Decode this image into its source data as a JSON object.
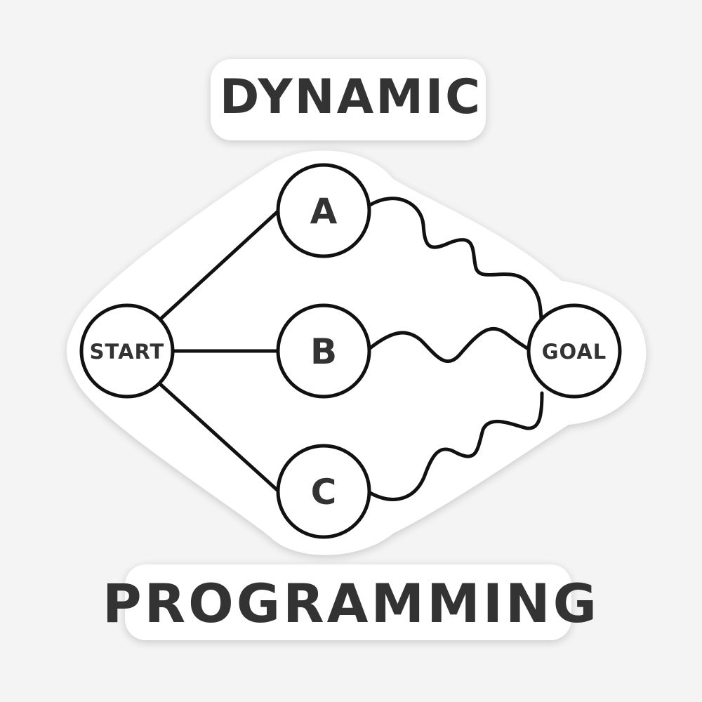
{
  "title_top": "DYNAMIC",
  "title_bottom": "PROGRAMMING",
  "nodes": {
    "start": "START",
    "a": "A",
    "b": "B",
    "c": "C",
    "goal": "GOAL"
  },
  "colors": {
    "background": "#f4f4f4",
    "sticker": "#ffffff",
    "ink": "#111111",
    "text": "#333333"
  }
}
